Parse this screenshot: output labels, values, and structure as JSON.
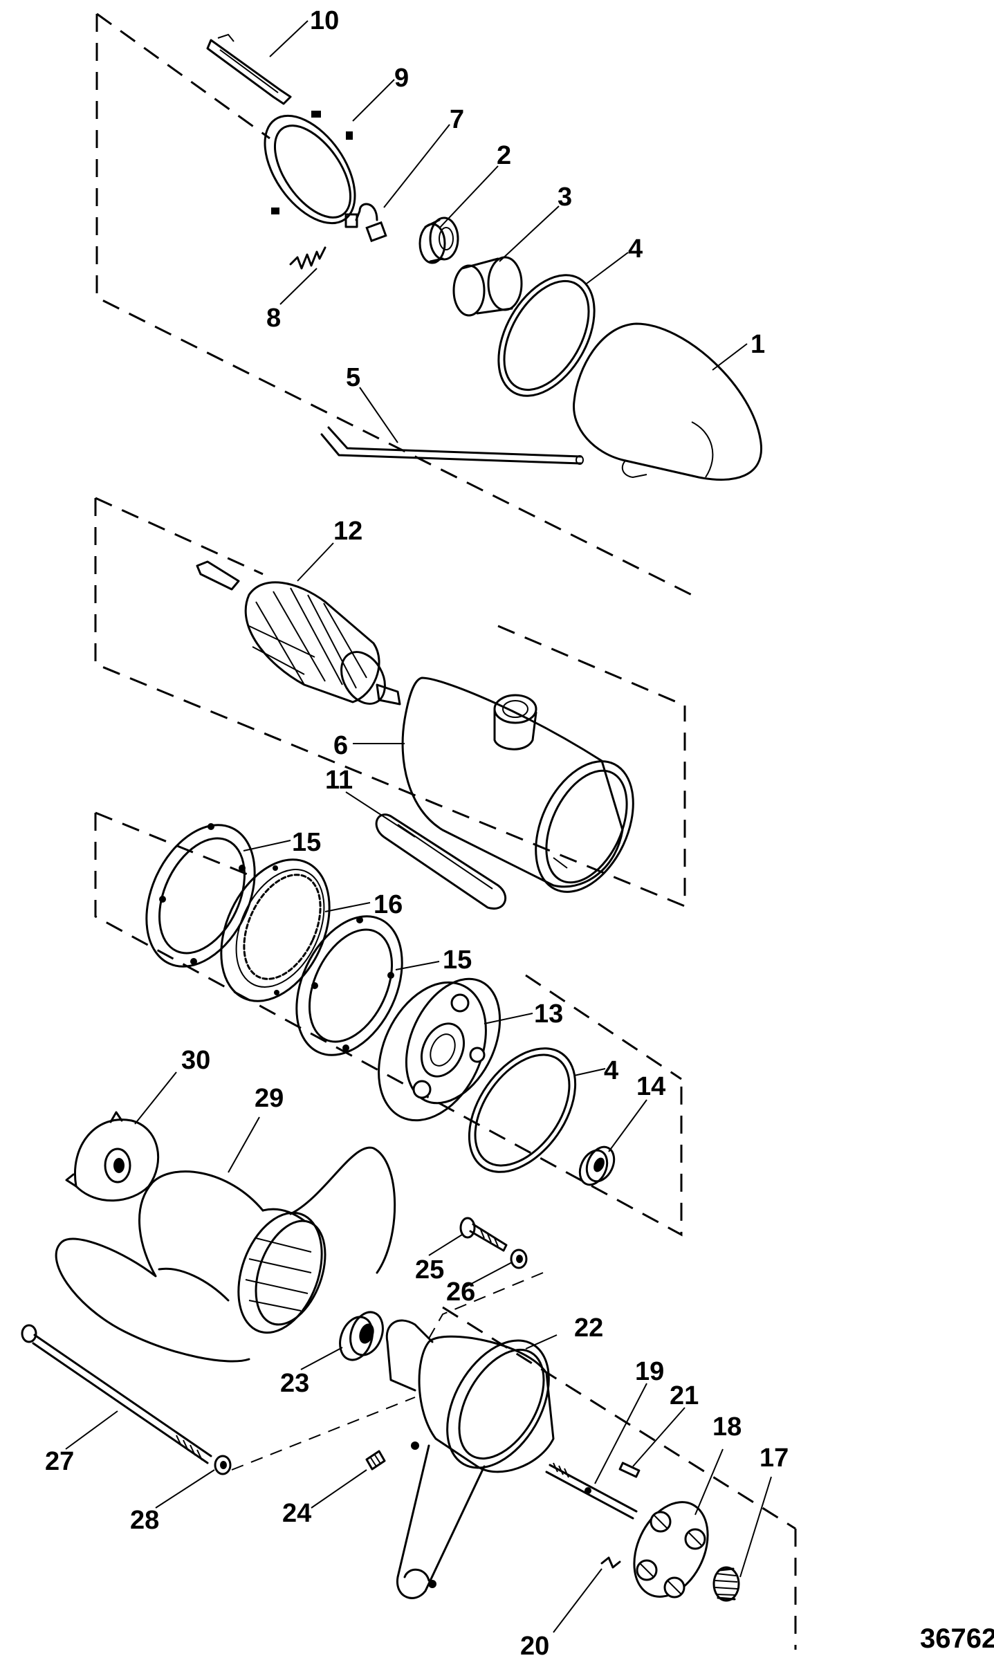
{
  "figure_number": "36762",
  "callouts": [
    "1",
    "2",
    "3",
    "4",
    "5",
    "6",
    "7",
    "8",
    "9",
    "10",
    "11",
    "12",
    "13",
    "14",
    "15",
    "16",
    "17",
    "18",
    "19",
    "20",
    "21",
    "22",
    "23",
    "24",
    "25",
    "26",
    "27",
    "28",
    "29",
    "30",
    "4",
    "15"
  ]
}
